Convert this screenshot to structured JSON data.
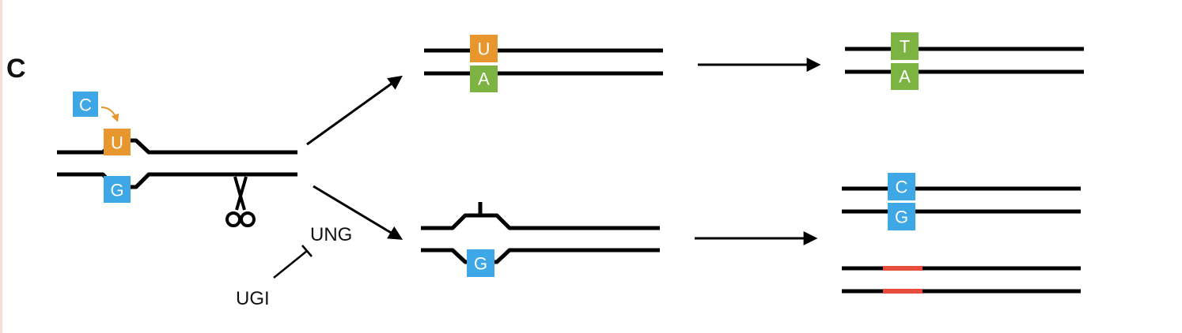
{
  "panel_label": "C",
  "colors": {
    "line": "#000000",
    "base_blue": "#3ea7e6",
    "base_orange": "#e8962e",
    "base_green": "#7cb342",
    "deletion_red": "#e74c3c"
  },
  "bases": {
    "input_cytosine": "C",
    "input_uracil": "U",
    "input_guanine": "G",
    "top_mid_uracil": "U",
    "top_mid_adenine": "A",
    "top_right_thymine": "T",
    "top_right_adenine": "A",
    "bottom_mid_guanine": "G",
    "bottom_right_cytosine": "C",
    "bottom_right_guanine": "G"
  },
  "labels": {
    "ung": "UNG",
    "ugi": "UGI"
  },
  "icons": {
    "scissors": "scissors-icon",
    "arrow": "arrow-icon",
    "deamination_arrow": "curved-arrow-icon",
    "inhibition": "inhibition-bar-icon"
  }
}
